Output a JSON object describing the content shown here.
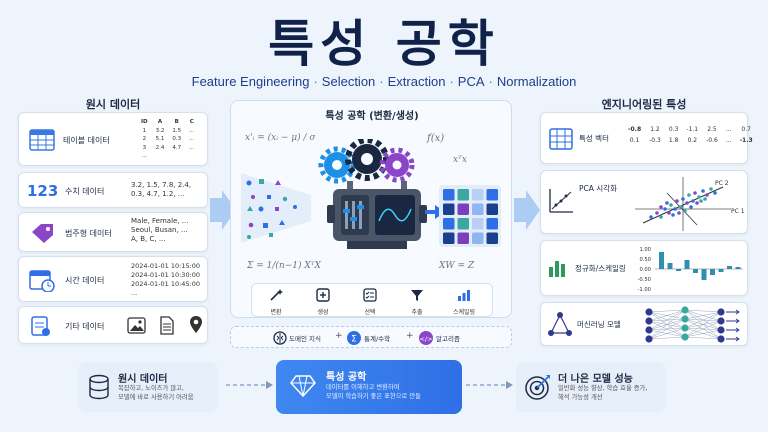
{
  "header": {
    "title": "특성 공학",
    "subtitle_parts": [
      "Feature Engineering",
      "Selection",
      "Extraction",
      "PCA",
      "Normalization"
    ],
    "separator": "·"
  },
  "left": {
    "title": "원시 데이터",
    "table_card": {
      "label": "테이블 데이터",
      "headers": [
        "ID",
        "A",
        "B",
        "C"
      ],
      "rows": [
        [
          "1",
          "3.2",
          "1.5",
          "..."
        ],
        [
          "2",
          "5.1",
          "0.3",
          "..."
        ],
        [
          "3",
          "2.4",
          "4.7",
          "..."
        ],
        [
          "...",
          "",
          "",
          ""
        ]
      ]
    },
    "numeric_card": {
      "icon_text": "123",
      "label": "수치 데이터",
      "line1": "3.2, 1.5, 7.8, 2.4,",
      "line2": "0.3, 4.7, 1.2, ..."
    },
    "category_card": {
      "label": "범주형 데이터",
      "line1": "Male, Female, ...",
      "line2": "Seoul, Busan, ...",
      "line3": "A, B, C, ..."
    },
    "time_card": {
      "label": "시간 데이터",
      "line1": "2024-01-01 10:15:00",
      "line2": "2024-01-01 10:30:00",
      "line3": "2024-01-01 10:45:00",
      "line4": "..."
    },
    "other_card": {
      "label": "기타 데이터"
    }
  },
  "center": {
    "title": "특성 공학 (변환/생성)",
    "formula_top_left": "x'ᵢ = (xᵢ − μ) / σ",
    "formula_top_right1": "f(x)",
    "formula_top_right2": "xᵀx",
    "formula_bottom_left": "Σ = 1/(n−1) XᵀX",
    "formula_bottom_right": "XW = Z",
    "tools": [
      {
        "label": "변환",
        "icon": "magic-wand-icon"
      },
      {
        "label": "생성",
        "icon": "plus-square-icon"
      },
      {
        "label": "선택",
        "icon": "checklist-icon"
      },
      {
        "label": "추출",
        "icon": "filter-icon"
      },
      {
        "label": "스케일링",
        "icon": "bar-chart-icon"
      }
    ],
    "knowledge": {
      "domain": "도메인 지식",
      "stats": "통계/수학",
      "algo": "알고리즘",
      "plus": "+"
    }
  },
  "right": {
    "title": "엔지니어링된 특성",
    "feature_vector": {
      "label": "특성 벡터",
      "row1": [
        "-0.8",
        "1.2",
        "0.3",
        "-1.1",
        "2.5",
        "...",
        "0.7"
      ],
      "row2": [
        "0.1",
        "-0.3",
        "1.8",
        "0.2",
        "-0.6",
        "...",
        "-1.3"
      ]
    },
    "pca": {
      "label": "PCA 시각화",
      "pc1": "PC 1",
      "pc2": "PC 2"
    },
    "scaling": {
      "label": "정규화/스케일링",
      "ticks": [
        "1.00",
        "0.50",
        "0.00",
        "-0.50",
        "-1.00"
      ]
    },
    "ml": {
      "label": "머신러닝 모델"
    }
  },
  "bottom": {
    "raw": {
      "title": "원시 데이터",
      "line1": "복잡하고, 노이즈가 많고,",
      "line2": "모델에 바로 사용하기 어려움"
    },
    "fe": {
      "title": "특성 공학",
      "line1": "데이터를 이해하고 변환하여",
      "line2": "모델이 학습하기 좋은 표현으로 만듦"
    },
    "perf": {
      "title": "더 나은 모델 성능",
      "line1": "일반화 성능 향상, 학습 효율 증가,",
      "line2": "해석 가능성 개선"
    }
  },
  "colors": {
    "accent": "#2f6fe6",
    "dark": "#10224a",
    "purple": "#7a3fbf",
    "green": "#2c9a5a"
  }
}
